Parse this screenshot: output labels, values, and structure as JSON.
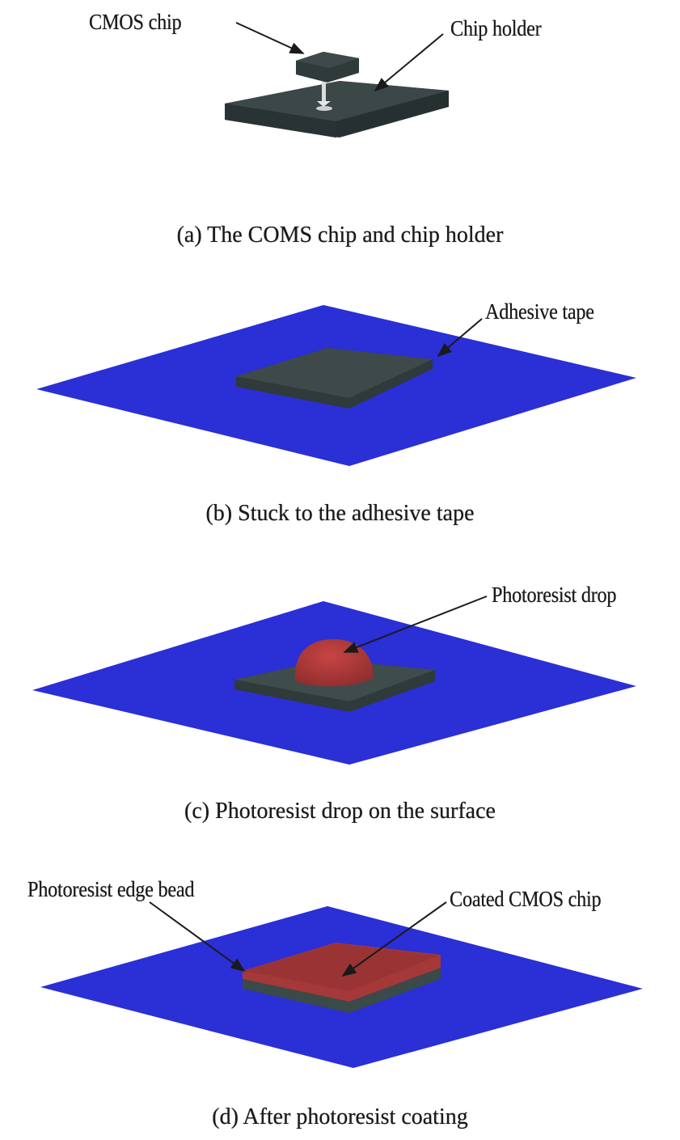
{
  "figure": {
    "panels": [
      {
        "id": "a",
        "caption": "(a) The COMS chip and chip holder",
        "labels": [
          "CMOS chip",
          "Chip holder"
        ]
      },
      {
        "id": "b",
        "caption": "(b) Stuck to the adhesive tape",
        "labels": [
          "Adhesive tape"
        ]
      },
      {
        "id": "c",
        "caption": "(c) Photoresist drop on the surface",
        "labels": [
          "Photoresist drop"
        ]
      },
      {
        "id": "d",
        "caption": "(d) After photoresist coating",
        "labels": [
          "Photoresist edge bead",
          "Coated CMOS chip"
        ]
      }
    ],
    "colors": {
      "tape_blue": "#2b2fd6",
      "chip_gray": "#3a4747",
      "chip_side": "#2a3434",
      "photoresist_red": "#b33a3a",
      "photoresist_dark": "#8f2e2e",
      "arrow": "#1a1a1a"
    }
  }
}
